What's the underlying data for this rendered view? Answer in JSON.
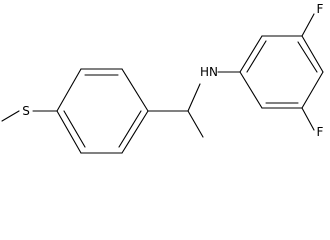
{
  "molecule": {
    "atom_labels": {
      "fluorine_top": "F",
      "fluorine_bottom": "F",
      "amine": "HN",
      "sulfur": "S"
    },
    "colors": {
      "bond": "#000000",
      "text": "#000000",
      "background": "#ffffff"
    }
  }
}
